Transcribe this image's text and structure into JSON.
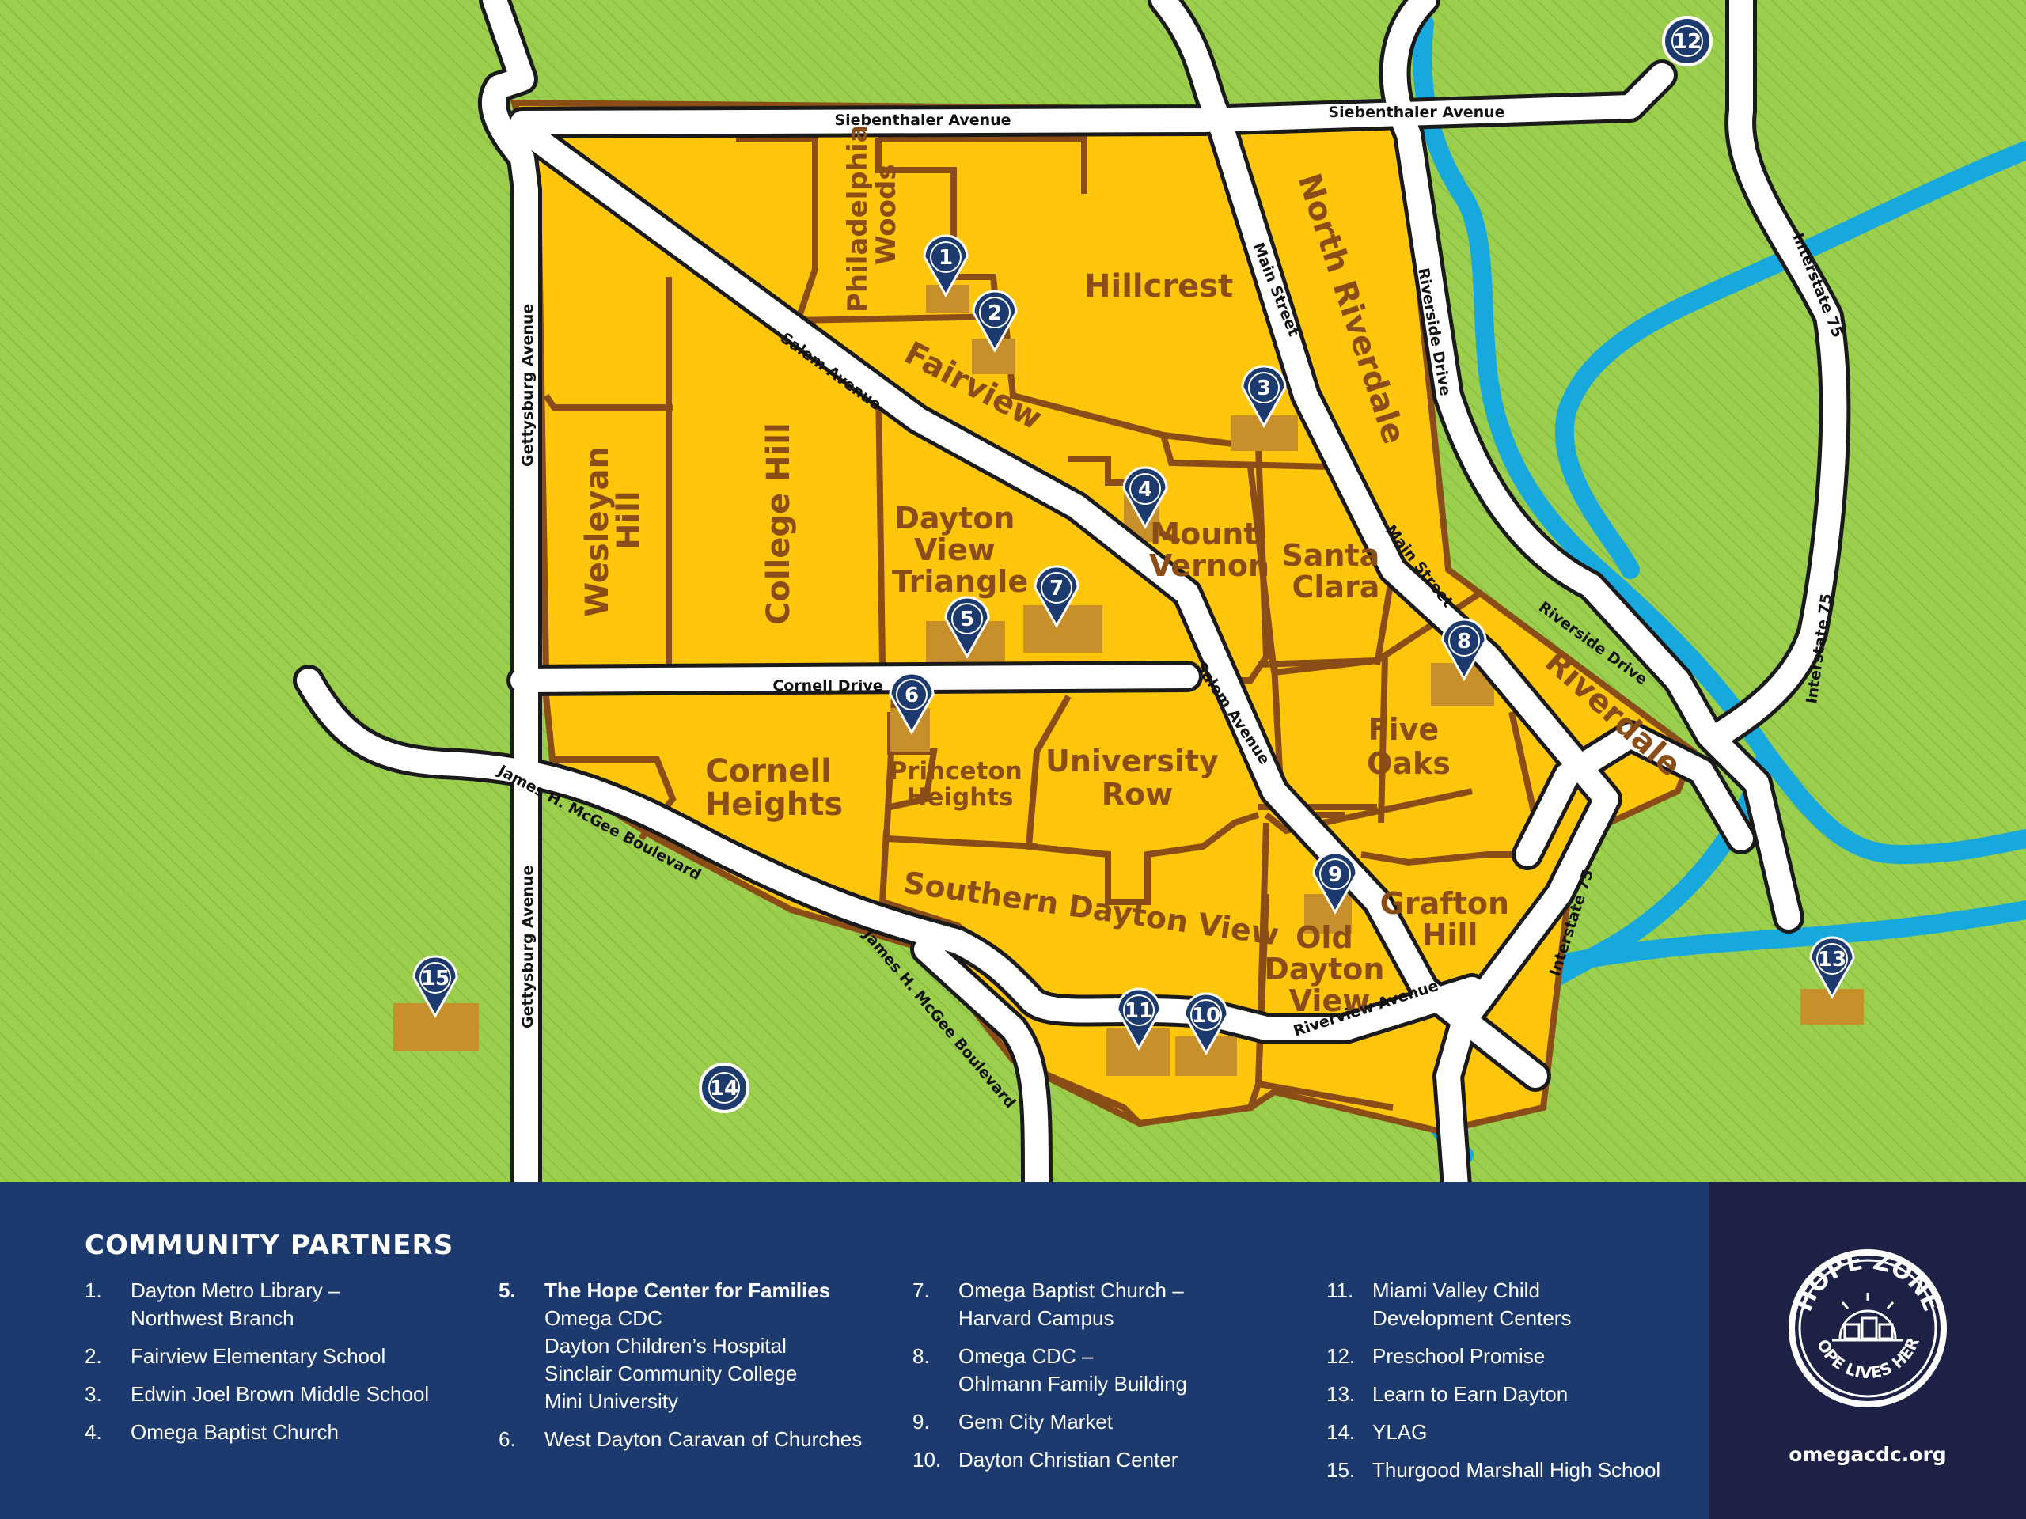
{
  "neighborhoods": {
    "philadelphia_woods": [
      "Philadelphia",
      "Woods"
    ],
    "hillcrest": "Hillcrest",
    "north_riverdale": "North Riverdale",
    "fairview": "Fairview",
    "wesleyan_hill": [
      "Wesleyan",
      "Hill"
    ],
    "college_hill": "College Hill",
    "dayton_view_triangle": [
      "Dayton",
      "View",
      "Triangle"
    ],
    "mount_vernon": [
      "Mount",
      "Vernon"
    ],
    "santa_clara": [
      "Santa",
      "Clara"
    ],
    "riverdale": "Riverdale",
    "five_oaks": [
      "Five",
      "Oaks"
    ],
    "cornell_heights": [
      "Cornell",
      "Heights"
    ],
    "princeton_heights": [
      "Princeton",
      "Heights"
    ],
    "university_row": [
      "University",
      "Row"
    ],
    "southern_dayton_view": "Southern Dayton View",
    "old_dayton_view": [
      "Old",
      "Dayton",
      "View"
    ],
    "grafton_hill": [
      "Grafton",
      "Hill"
    ]
  },
  "streets": {
    "siebenthaler_1": "Siebenthaler Avenue",
    "siebenthaler_2": "Siebenthaler Avenue",
    "salem_1": "Salem Avenue",
    "salem_2": "Salem Avenue",
    "main_1": "Main Street",
    "main_2": "Main Street",
    "riverside_1": "Riverside Drive",
    "riverside_2": "Riverside Drive",
    "i75_1": "Interstate 75",
    "i75_2": "Interstate 75",
    "i75_3": "Interstate 75",
    "gettysburg_1": "Gettysburg Avenue",
    "gettysburg_2": "Gettysburg Avenue",
    "cornell": "Cornell Drive",
    "mcgee_1": "James H. McGee Boulevard",
    "mcgee_2": "James H. McGee Boulevard",
    "riverview": "Riverview Avenue"
  },
  "pins": [
    "1",
    "2",
    "3",
    "4",
    "5",
    "6",
    "7",
    "8",
    "9",
    "10",
    "11",
    "12",
    "13",
    "14",
    "15"
  ],
  "legend": {
    "title": "COMMUNITY PARTNERS",
    "columns": [
      [
        {
          "num": "1.",
          "text": "Dayton Metro Library –\nNorthwest Branch"
        },
        {
          "num": "2.",
          "text": "Fairview Elementary School"
        },
        {
          "num": "3.",
          "text": "Edwin Joel Brown Middle School"
        },
        {
          "num": "4.",
          "text": "Omega Baptist Church"
        }
      ],
      [
        {
          "num": "5.",
          "title": "The Hope Center for Families",
          "text": "Omega CDC\nDayton Children’s Hospital\nSinclair Community College\nMini University"
        },
        {
          "num": "6.",
          "text": "West Dayton Caravan of Churches"
        }
      ],
      [
        {
          "num": "7.",
          "text": "Omega Baptist Church –\nHarvard Campus"
        },
        {
          "num": "8.",
          "text": "Omega CDC –\nOhlmann Family Building"
        },
        {
          "num": "9.",
          "text": "Gem City Market"
        },
        {
          "num": "10.",
          "text": "Dayton Christian Center"
        }
      ],
      [
        {
          "num": "11.",
          "text": "Miami Valley Child\nDevelopment Centers"
        },
        {
          "num": "12.",
          "text": "Preschool Promise"
        },
        {
          "num": "13.",
          "text": "Learn to Earn Dayton"
        },
        {
          "num": "14.",
          "text": "YLAG"
        },
        {
          "num": "15.",
          "text": "Thurgood Marshall High School"
        }
      ]
    ]
  },
  "brand": {
    "logo_text_top": "HOPE ZONE",
    "logo_text_bottom": "HOPE LIVES HERE",
    "website": "omegacdc.org"
  },
  "colors": {
    "grass": "#9ccf4e",
    "zone": "#ffc60b",
    "border": "#8a4d17",
    "river": "#17a9de",
    "road": "#ffffff",
    "pin": "#1d3a6e",
    "lot": "#c8902a",
    "legend_bg": "#1d3a6e",
    "brand_bg": "#1c2145"
  }
}
